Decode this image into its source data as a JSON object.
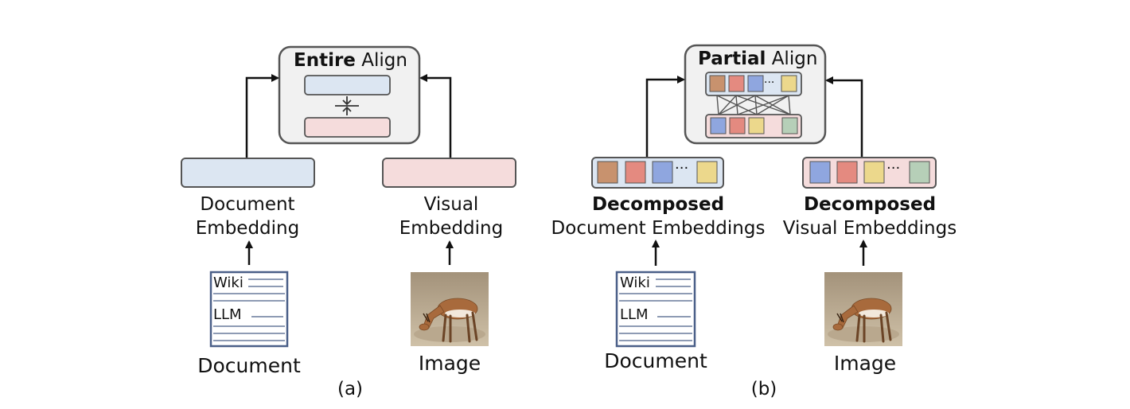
{
  "panel_a": {
    "align_title_bold": "Entire",
    "align_title_rest": " Align",
    "doc_embedding_label": [
      "Document",
      "Embedding"
    ],
    "visual_embedding_label": [
      "Visual",
      "Embedding"
    ],
    "document_label": "Document",
    "image_label": "Image",
    "doc_words": [
      "Wiki",
      "LLM"
    ],
    "caption": "(a)"
  },
  "panel_b": {
    "align_title_bold": "Partial",
    "align_title_rest": " Align",
    "doc_embeddings_label_bold": "Decomposed",
    "doc_embeddings_label": "Document Embeddings",
    "visual_embeddings_label_bold": "Decomposed",
    "visual_embeddings_label": "Visual Embeddings",
    "document_label": "Document",
    "image_label": "Image",
    "doc_words": [
      "Wiki",
      "LLM"
    ],
    "caption": "(b)",
    "ellipsis": "···"
  },
  "colors": {
    "doc_embedding": "#dce6f2",
    "visual_embedding": "#f5dcdc",
    "brown": "#c8926e",
    "red": "#e48a80",
    "blue": "#8fa6df",
    "yellow": "#ecd88c",
    "green": "#b6cfb8"
  }
}
